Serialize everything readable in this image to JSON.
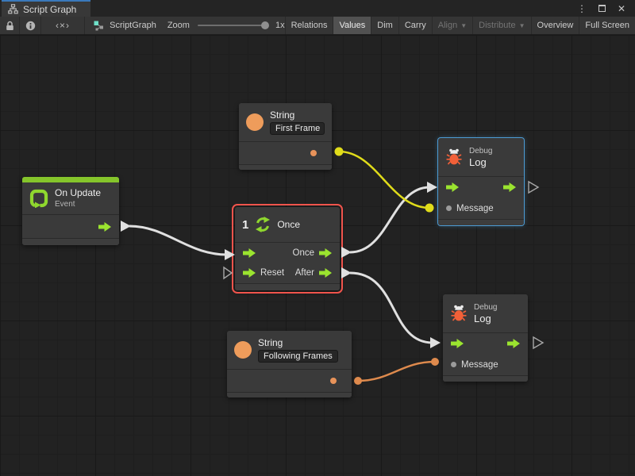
{
  "window": {
    "tab_title": "Script Graph",
    "controls": {
      "menu": "⋮",
      "close": "✕"
    }
  },
  "toolbar": {
    "code_button": "‹×›",
    "graph_name": "ScriptGraph",
    "zoom": {
      "label": "Zoom",
      "value": "1x"
    },
    "buttons": {
      "relations": "Relations",
      "values": "Values",
      "dim": "Dim",
      "carry": "Carry",
      "align": "Align",
      "distribute": "Distribute",
      "overview": "Overview",
      "fullscreen": "Full Screen"
    }
  },
  "nodes": {
    "string_first": {
      "title": "String",
      "value": "First Frame"
    },
    "on_update": {
      "title": "On Update",
      "subtitle": "Event"
    },
    "once": {
      "badge": "1",
      "title": "Once",
      "port_once": "Once",
      "port_reset": "Reset",
      "port_after": "After"
    },
    "debug_top": {
      "kicker": "Debug",
      "title": "Log",
      "port_message": "Message"
    },
    "string_following": {
      "title": "String",
      "value": "Following Frames"
    },
    "debug_bottom": {
      "kicker": "Debug",
      "title": "Log",
      "port_message": "Message"
    }
  },
  "colors": {
    "flow_green": "#9BE42F",
    "event_strip_green": "#85C52B",
    "value_orange": "#EE9C5B",
    "bug_orange": "#F26038",
    "selection_red": "#F0544C",
    "highlight_blue": "#4C9BD4",
    "tab_accent_blue": "#3A79BB",
    "connection_white": "#E0E0E0",
    "connection_yellow": "#E0DC1A",
    "connection_orange": "#DE8A4D"
  }
}
